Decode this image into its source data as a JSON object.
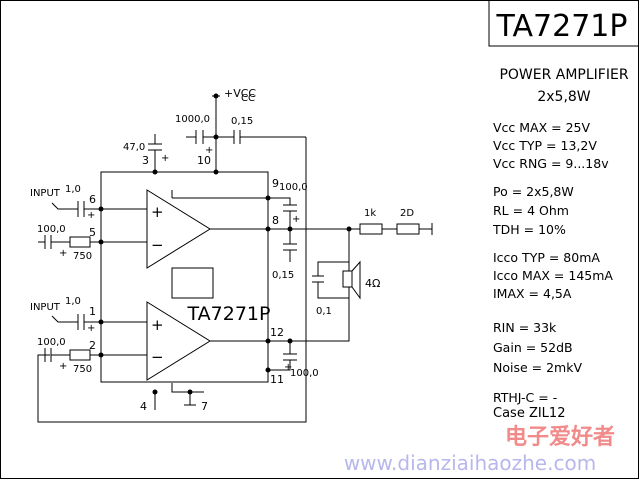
{
  "title": "TA7271P",
  "subtitle_line1": "POWER AMPLIFIER",
  "subtitle_line2": "2x5,8W",
  "specs": {
    "vcc_max": "Vcc MAX = 25V",
    "vcc_typ": "Vcc TYP = 13,2V",
    "vcc_rng": "Vcc RNG = 9...18v",
    "po": "Po = 2x5,8W",
    "rl": "RL = 4 Ohm",
    "tdh": "TDH = 10%",
    "icco_typ": "Icco TYP = 80mA",
    "icco_max": "Icco MAX = 145mA",
    "imax": "IMAX =   4,5A",
    "rin": "RIN     =   33k",
    "gain": "Gain    =  52dB",
    "noise": "Noise =   2mkV",
    "rthj": "RTHJ-C =  -",
    "case": "Case ZIL12"
  },
  "schematic": {
    "vcc": "+VCC",
    "chip_label": "TA7271P",
    "plus": "+",
    "minus": "−",
    "input_label": "INPUT",
    "speaker": "4Ω",
    "pins": [
      "6",
      "5",
      "1",
      "2",
      "3",
      "10",
      "9",
      "8",
      "12",
      "11",
      "4",
      "7"
    ],
    "caps": {
      "c_in1": "1,0",
      "c_fb1": "100,0",
      "r_fb1": "750",
      "c_in2": "1,0",
      "c_fb2": "100,0",
      "r_fb2": "750",
      "c_p3": "47,0",
      "c_vcc_big": "1000,0",
      "c_vcc_small": "0,15",
      "c_boot1": "100,0",
      "c_zob1": "0,15",
      "c_boot2": "100,0",
      "c_out": "0,1",
      "r_1k": "1k",
      "r_2d": "2D"
    }
  },
  "watermark": {
    "cn": "电子爱好者",
    "url": "www.dianziaihaozhe.com"
  }
}
